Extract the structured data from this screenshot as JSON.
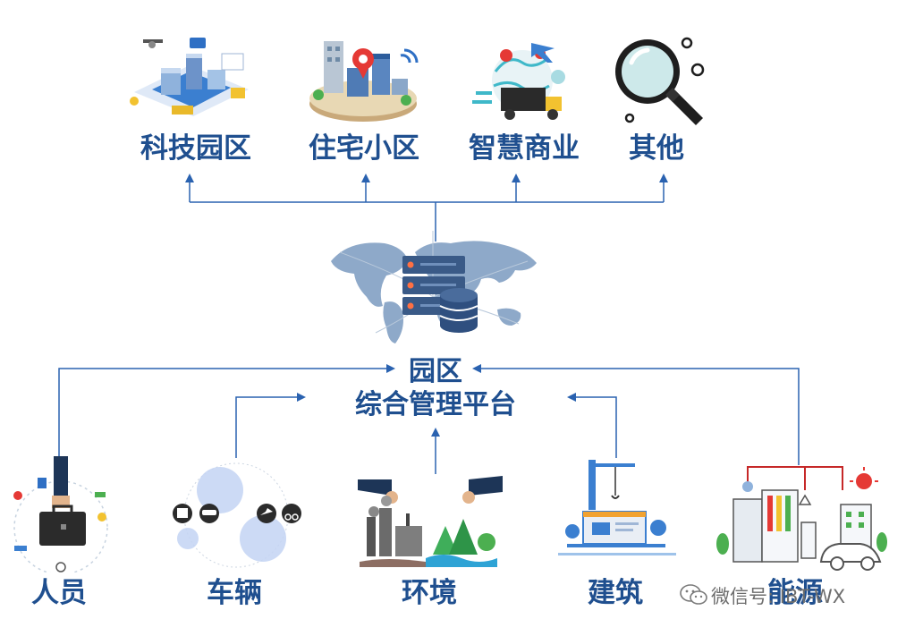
{
  "targets": [
    {
      "label": "科技园区",
      "icon": "smart-park-icon"
    },
    {
      "label": "住宅小区",
      "icon": "residential-icon"
    },
    {
      "label": "智慧商业",
      "icon": "smart-commerce-icon"
    },
    {
      "label": "其他",
      "icon": "magnifier-icon"
    }
  ],
  "platform": {
    "title": "园区",
    "subtitle": "综合管理平台",
    "icon": "server-database-world-map-icon"
  },
  "sources": [
    {
      "label": "人员",
      "icon": "businessman-briefcase-icon"
    },
    {
      "label": "车辆",
      "icon": "vehicle-transport-icon"
    },
    {
      "label": "环境",
      "icon": "environment-icon"
    },
    {
      "label": "建筑",
      "icon": "building-construction-icon"
    },
    {
      "label": "能源",
      "icon": "energy-facility-icon"
    }
  ],
  "watermark": {
    "text": "微信号: IBT-WX",
    "icon": "wechat-icon"
  },
  "colors": {
    "label": "#1f4f8f",
    "connector": "#2a62b0",
    "accent_blue": "#3b7fd0"
  }
}
